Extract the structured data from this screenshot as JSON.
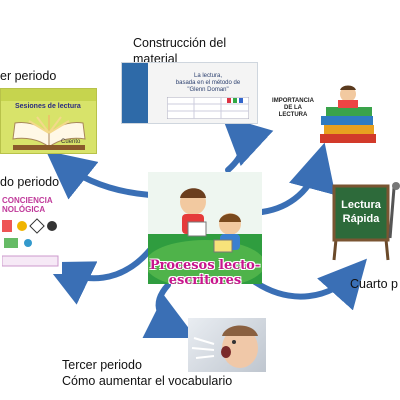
{
  "labels": {
    "primer_periodo": "er periodo",
    "segundo_periodo": "do periodo",
    "construccion_line1": "Construcción del",
    "construccion_line2": "material",
    "tercer_line1": "Tercer periodo",
    "tercer_line2": "Cómo aumentar el vocabulario",
    "cuarto": "Cuarto p"
  },
  "center": {
    "title_line1": "Procesos lecto-",
    "title_line2": "escritores"
  },
  "images": {
    "sesiones": {
      "title": "Sesiones de lectura",
      "caption": "Cuento"
    },
    "doman": {
      "title_line1": "La lectura,",
      "title_line2": "basada en el método de",
      "title_line3": "\"Glenn Doman\""
    },
    "importancia": {
      "line1": "IMPORTANCIA",
      "line2": "DE LA",
      "line3": "LECTURA"
    },
    "conciencia": {
      "line1": "CONCIENCIA",
      "line2": "NOLÓGICA"
    },
    "lectura_rapida": {
      "line1": "Lectura",
      "line2": "Rápida"
    }
  },
  "colors": {
    "arrow": "#3a6fb5",
    "center_text": "#c8158d",
    "center_bg": "#2f9d3f",
    "sesiones_bg": "#d8e36a",
    "chalkboard": "#2d6a3a"
  }
}
